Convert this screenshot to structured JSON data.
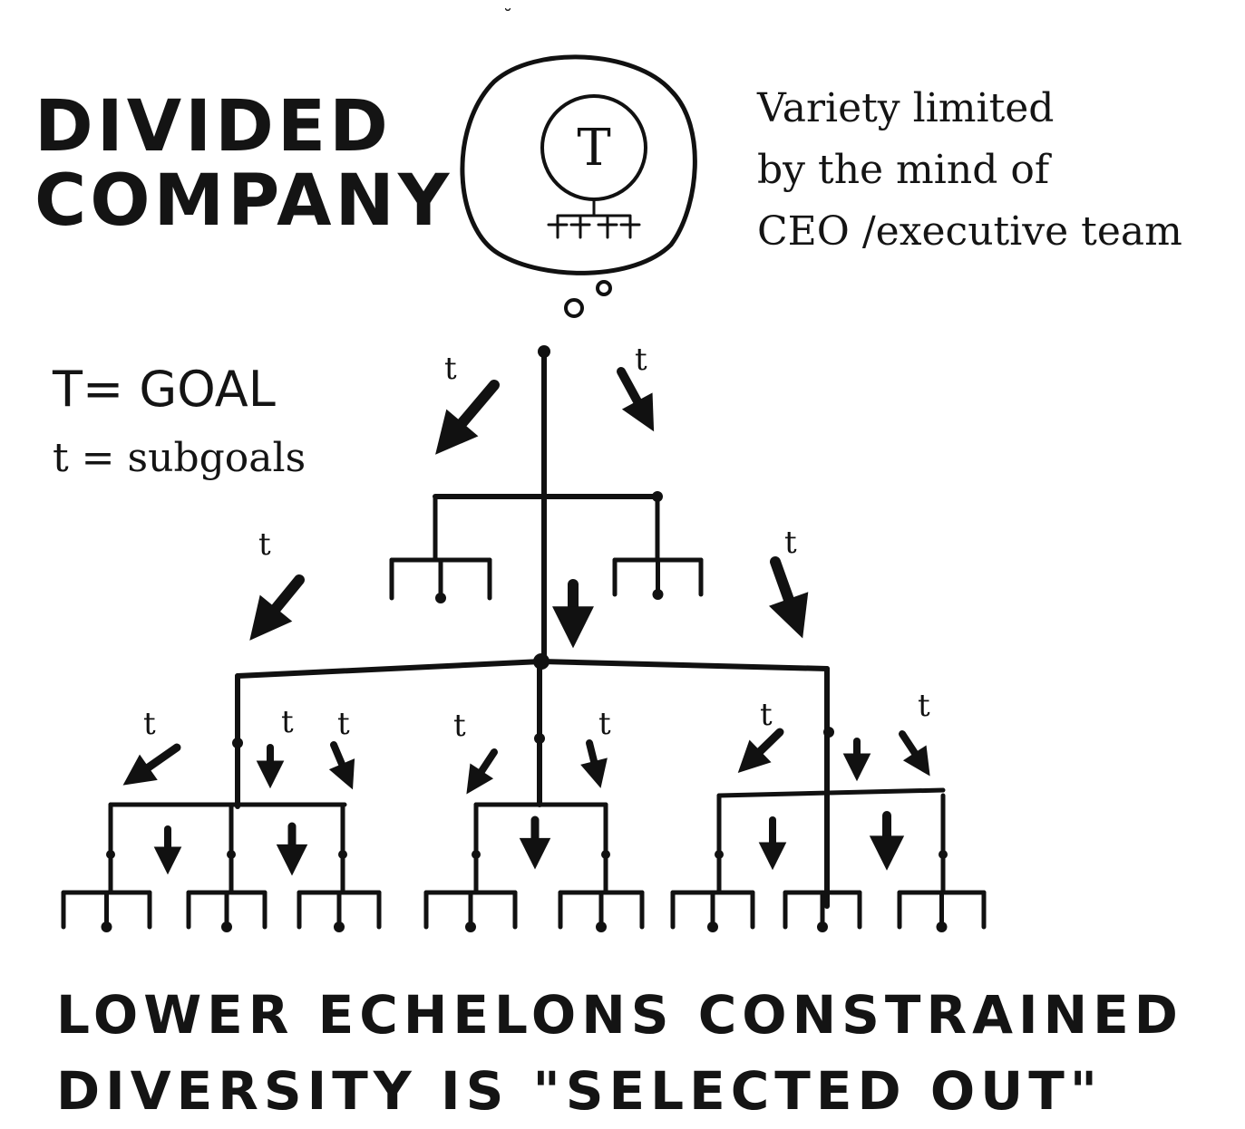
{
  "title": {
    "line1": "DIVIDED",
    "line2": "COMPANY"
  },
  "note": {
    "line1": "Variety limited",
    "line2": "by the mind of",
    "line3": "CEO /executive team"
  },
  "legend": {
    "goal": "T= GOAL",
    "subgoals": "t = subgoals"
  },
  "thought_bubble": {
    "goal_symbol": "T"
  },
  "subgoal_symbol": "t",
  "caption": {
    "line1": "LOWER ECHELONS CONSTRAINED",
    "line2": "DIVERSITY IS \"SELECTED OUT\""
  }
}
